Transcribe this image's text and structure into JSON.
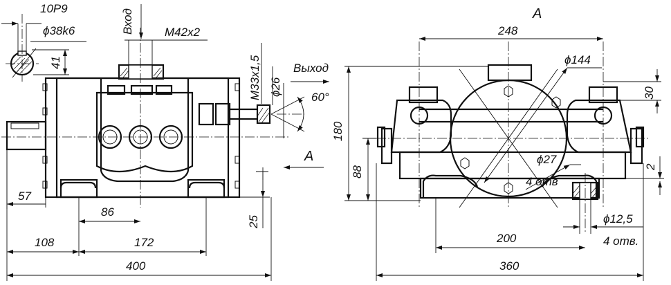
{
  "front_view": {
    "key_label": "10P9",
    "shaft_diameter": "ϕ38k6",
    "shaft_height": "41",
    "inlet_label": "Вход",
    "inlet_thread": "M42x2",
    "outlet_thread": "M33x1,5",
    "outlet_diameter": "ϕ26",
    "outlet_label": "Выход",
    "angle_label": "60°",
    "height": "180",
    "shaft_offset": "57",
    "base_foot": "86",
    "foot_height": "25",
    "dim_108": "108",
    "dim_172": "172",
    "overall_length": "400",
    "view_arrow_label": "A"
  },
  "side_view": {
    "view_title": "A",
    "width_top": "248",
    "circle_diameter": "ϕ144",
    "dim_30": "30",
    "height_88": "88",
    "dim_2": "2",
    "hole_diameter": "ϕ27",
    "hole_count": "4 отв",
    "mount_hole_diameter": "ϕ12,5",
    "mount_hole_count": "4 отв.",
    "base_spacing": "200",
    "overall_width": "360"
  }
}
